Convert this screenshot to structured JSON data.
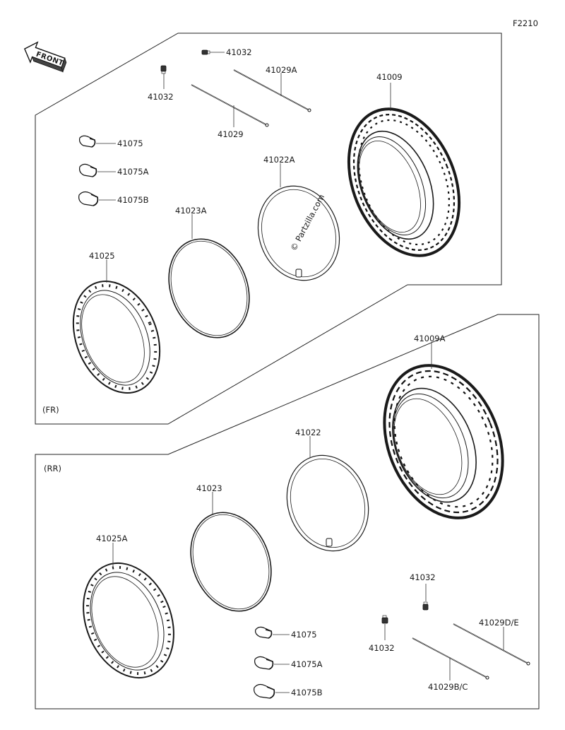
{
  "diagram": {
    "figure_code": "F2210",
    "direction_label": "FRONT",
    "watermark": "© Partzilla.com",
    "front_section": {
      "label": "(FR)",
      "parts": {
        "tire": "41009",
        "tube": "41022A",
        "rim_band": "41023A",
        "rim": "41025",
        "spoke_a": "41029A",
        "spoke": "41029",
        "nipple_top": "41032",
        "nipple_left": "41032",
        "weight_1": "41075",
        "weight_2": "41075A",
        "weight_3": "41075B"
      }
    },
    "rear_section": {
      "label": "(RR)",
      "parts": {
        "tire": "41009A",
        "tube": "41022",
        "rim_band": "41023",
        "rim": "41025A",
        "nipple_right": "41032",
        "nipple_left": "41032",
        "spoke_de": "41029D/E",
        "spoke_bc": "41029B/C",
        "weight_1": "41075",
        "weight_2": "41075A",
        "weight_3": "41075B"
      }
    }
  }
}
